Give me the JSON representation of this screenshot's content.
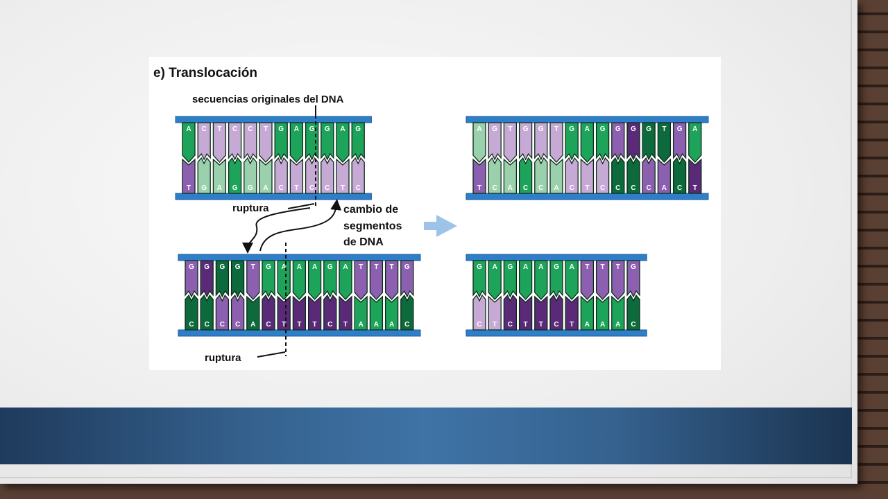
{
  "colors": {
    "backbone": "#2f7fc8",
    "backbone_dark": "#1b5a98",
    "light_green": "#9ad1ac",
    "mid_green": "#1ea35a",
    "dark_green": "#0d6a3c",
    "light_purple": "#c7a9d6",
    "mid_purple": "#8d5fb0",
    "dark_purple": "#5a2a78",
    "arrow_blue": "#9ec3e8",
    "banner": "#35628f"
  },
  "figure": {
    "title": "e) Translocación",
    "label_original": "secuencias originales del DNA",
    "label_rupture_top": "ruptura",
    "label_rupture_bottom": "ruptura",
    "label_exchange_1": "cambio de",
    "label_exchange_2": "segmentos",
    "label_exchange_3": "de DNA",
    "transition_arrow_icon": "right-arrow-icon"
  },
  "molecules": {
    "top_left": {
      "top": [
        "A",
        "C",
        "T",
        "C",
        "C",
        "T",
        "G",
        "A",
        "G",
        "G",
        "A",
        "G"
      ],
      "bottom": [
        "T",
        "G",
        "A",
        "G",
        "G",
        "A",
        "C",
        "T",
        "C",
        "C",
        "T",
        "C"
      ],
      "colors": [
        "mid_green",
        "light_purple",
        "light_purple",
        "light_purple",
        "light_purple",
        "light_purple",
        "mid_green",
        "mid_green",
        "mid_green",
        "mid_green",
        "mid_green",
        "mid_green"
      ],
      "bottom_colors": [
        "mid_purple",
        "light_green",
        "light_green",
        "mid_green",
        "light_green",
        "light_green",
        "light_purple",
        "light_purple",
        "light_purple",
        "light_purple",
        "light_purple",
        "light_purple"
      ]
    },
    "bottom_left": {
      "top": [
        "G",
        "G",
        "G",
        "G",
        "T",
        "G",
        "A",
        "A",
        "A",
        "G",
        "A",
        "T",
        "T",
        "T",
        "G"
      ],
      "bottom": [
        "C",
        "C",
        "C",
        "C",
        "A",
        "C",
        "T",
        "T",
        "T",
        "C",
        "T",
        "A",
        "A",
        "A",
        "C"
      ],
      "colors": [
        "mid_purple",
        "dark_purple",
        "dark_green",
        "dark_green",
        "mid_purple",
        "mid_green",
        "mid_green",
        "mid_green",
        "mid_green",
        "mid_green",
        "mid_green",
        "mid_purple",
        "mid_purple",
        "mid_purple",
        "mid_purple"
      ],
      "bottom_colors": [
        "dark_green",
        "dark_green",
        "mid_purple",
        "mid_purple",
        "dark_green",
        "dark_purple",
        "dark_purple",
        "dark_purple",
        "dark_purple",
        "dark_purple",
        "dark_purple",
        "mid_green",
        "mid_green",
        "mid_green",
        "dark_green"
      ]
    },
    "top_right": {
      "top": [
        "A",
        "G",
        "T",
        "G",
        "G",
        "T",
        "G",
        "A",
        "G",
        "G",
        "G",
        "G",
        "T",
        "G",
        "A"
      ],
      "bottom": [
        "T",
        "C",
        "A",
        "C",
        "C",
        "A",
        "C",
        "T",
        "C",
        "C",
        "C",
        "C",
        "A",
        "C",
        "T"
      ],
      "colors": [
        "light_green",
        "light_purple",
        "light_purple",
        "light_purple",
        "light_purple",
        "light_purple",
        "mid_green",
        "mid_green",
        "mid_green",
        "mid_purple",
        "dark_purple",
        "dark_green",
        "dark_green",
        "mid_purple",
        "mid_green"
      ],
      "bottom_colors": [
        "mid_purple",
        "light_green",
        "light_green",
        "mid_green",
        "light_green",
        "light_green",
        "light_purple",
        "light_purple",
        "light_purple",
        "dark_green",
        "dark_green",
        "mid_purple",
        "mid_purple",
        "dark_green",
        "dark_purple"
      ]
    },
    "bottom_right": {
      "top": [
        "G",
        "A",
        "G",
        "A",
        "A",
        "G",
        "A",
        "T",
        "T",
        "T",
        "G"
      ],
      "bottom": [
        "C",
        "T",
        "C",
        "T",
        "T",
        "C",
        "T",
        "A",
        "A",
        "A",
        "C"
      ],
      "colors": [
        "mid_green",
        "mid_green",
        "mid_green",
        "mid_green",
        "mid_green",
        "mid_green",
        "mid_green",
        "mid_purple",
        "mid_purple",
        "mid_purple",
        "mid_purple"
      ],
      "bottom_colors": [
        "light_purple",
        "light_purple",
        "dark_purple",
        "dark_purple",
        "dark_purple",
        "dark_purple",
        "dark_purple",
        "mid_green",
        "mid_green",
        "mid_green",
        "dark_green"
      ]
    }
  }
}
